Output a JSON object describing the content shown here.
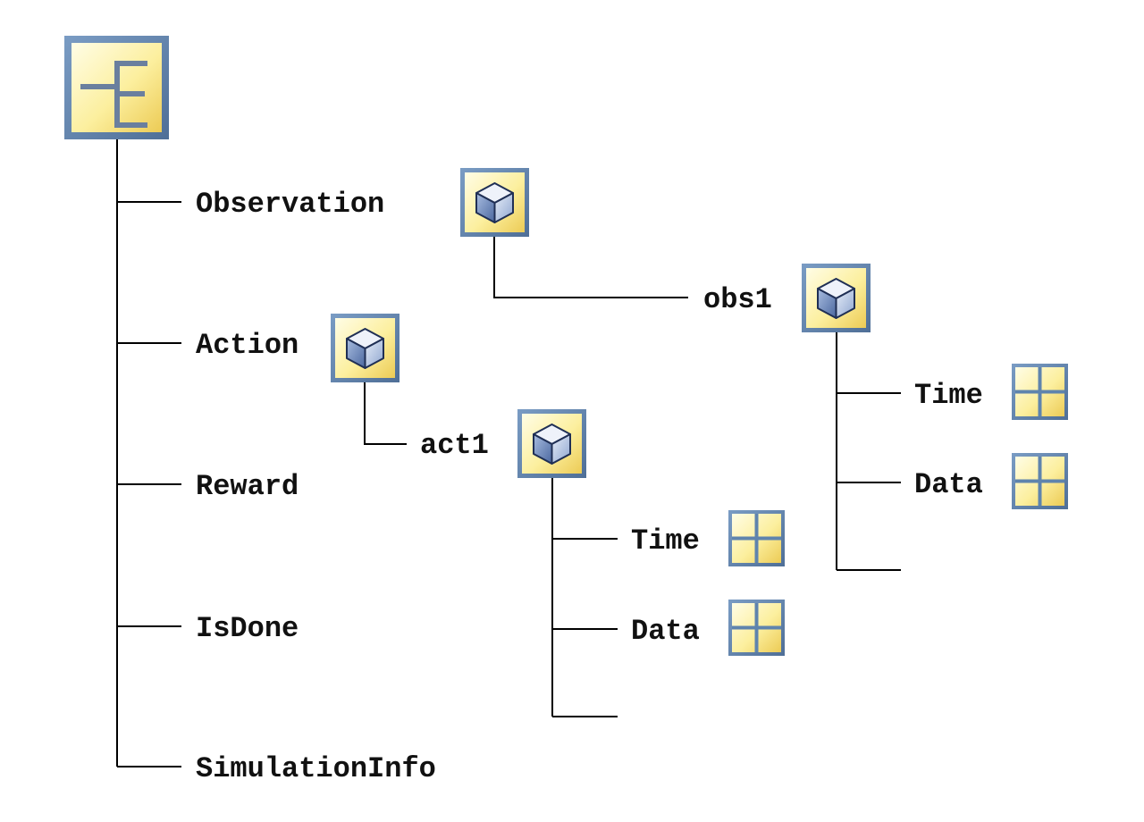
{
  "colors": {
    "icon_frame": "#5f84ad",
    "icon_fill_light": "#fffbd6",
    "icon_fill_dark": "#f1d56b",
    "cube_face": "#8ea8d3",
    "line": "#000000"
  },
  "root": {
    "icon": "bus-root-icon"
  },
  "bus_elements": [
    {
      "label": "Observation",
      "icon": "bus-object-icon"
    },
    {
      "label": "Action",
      "icon": "bus-object-icon"
    },
    {
      "label": "Reward",
      "icon": ""
    },
    {
      "label": "IsDone",
      "icon": ""
    },
    {
      "label": "SimulationInfo",
      "icon": ""
    }
  ],
  "observation_children": [
    {
      "label": "obs1",
      "icon": "bus-object-icon",
      "fields": [
        {
          "label": "Time",
          "icon": "signal-grid-icon"
        },
        {
          "label": "Data",
          "icon": "signal-grid-icon"
        }
      ]
    }
  ],
  "action_children": [
    {
      "label": "act1",
      "icon": "bus-object-icon",
      "fields": [
        {
          "label": "Time",
          "icon": "signal-grid-icon"
        },
        {
          "label": "Data",
          "icon": "signal-grid-icon"
        }
      ]
    }
  ]
}
